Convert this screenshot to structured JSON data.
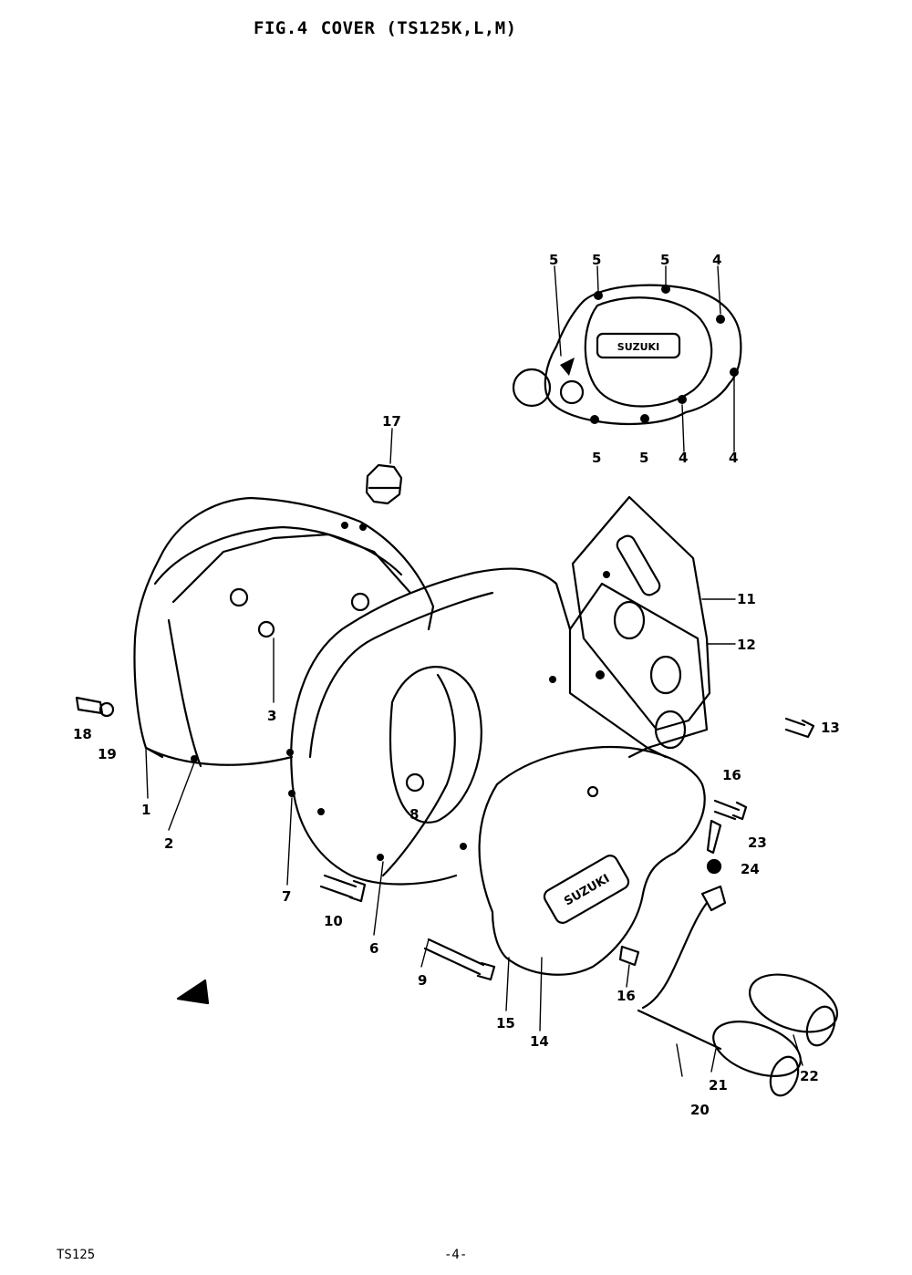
{
  "header": {
    "fig": "FIG.4",
    "title": "COVER (TS125K,L,M)"
  },
  "callouts": {
    "c5a": "5",
    "c5b": "5",
    "c5c": "5",
    "c4a": "4",
    "c5d": "5",
    "c5e": "5",
    "c4b": "4",
    "c4c": "4",
    "c17": "17",
    "c11": "11",
    "c12": "12",
    "c13": "13",
    "c3": "3",
    "c18": "18",
    "c19": "19",
    "c1": "1",
    "c2": "2",
    "c8": "8",
    "c7": "7",
    "c10": "10",
    "c6": "6",
    "c9": "9",
    "c16a": "16",
    "c23a": "23",
    "c24": "24",
    "c16b": "16",
    "c15": "15",
    "c14": "14",
    "c21": "21",
    "c20": "20",
    "c22": "22"
  },
  "footer": {
    "model": "TS125",
    "page": "-4-"
  }
}
